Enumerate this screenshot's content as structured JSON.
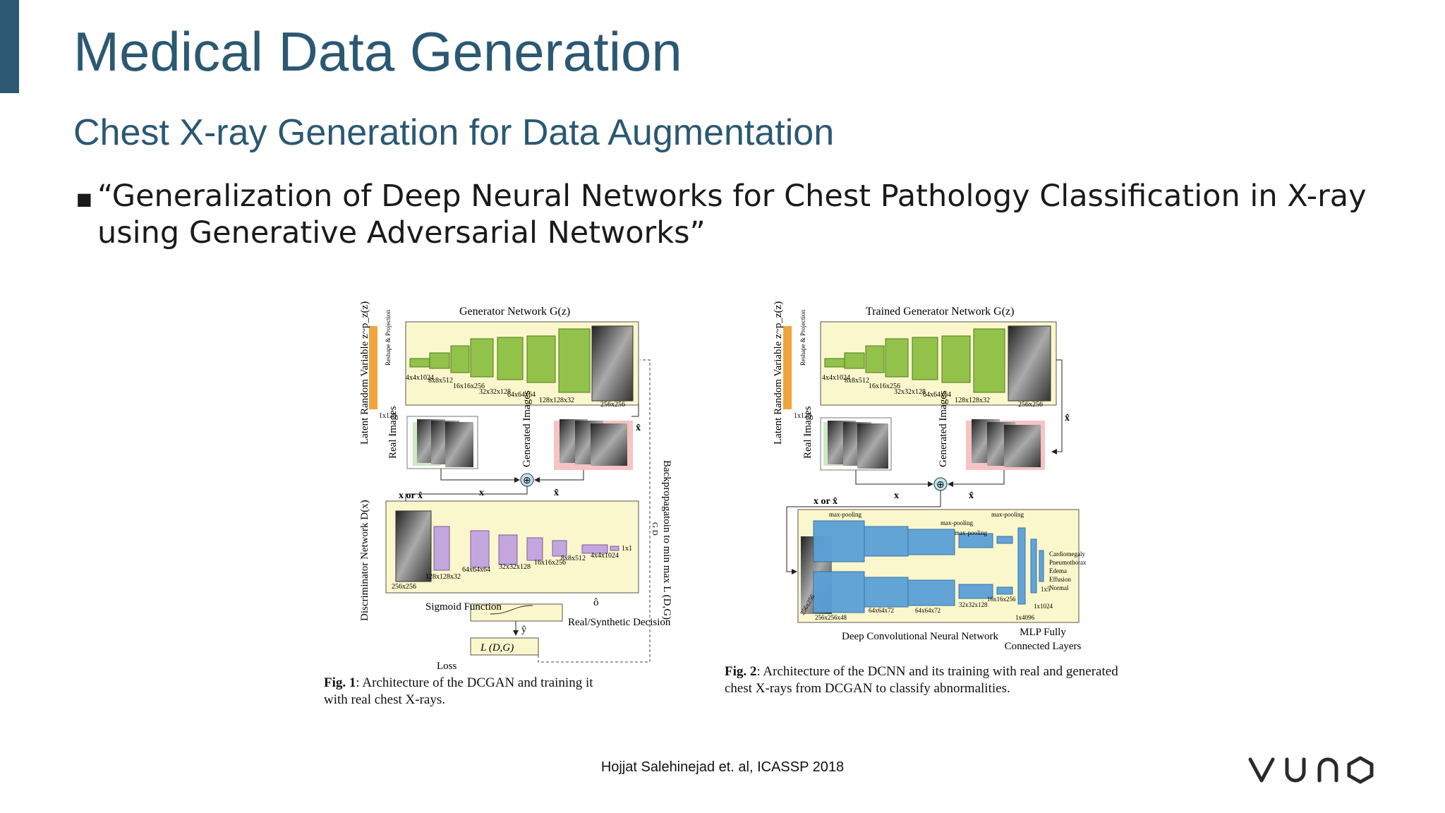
{
  "slide": {
    "title": "Medical Data Generation",
    "subtitle": "Chest X-ray Generation for Data Augmentation",
    "bullet": "“Generalization of Deep Neural Networks for Chest Pathology Classification in X-ray using Generative Adversarial Networks”",
    "citation": "Hojjat Salehinejad et. al, ICASSP 2018",
    "logo_text": "VUNO",
    "accent_color": "#2b5872"
  },
  "fig1": {
    "generator_title": "Generator Network G(z)",
    "latent_label": "Latent Random Variable z~p_z(z)",
    "reshape_label": "Reshape & Projection",
    "latent_dim": "1x128",
    "gen_sizes": [
      "4x4x1024",
      "8x8x512",
      "16x16x256",
      "32x32x128",
      "64x64x64",
      "128x128x32",
      "256x256"
    ],
    "real_images": "Real Images",
    "generated_images": "Generated Images",
    "x_or_xhat": "x or x̂",
    "x": "x",
    "xhat": "x̂",
    "disc_label": "Discriminator Network D(x)",
    "disc_sizes": [
      "256x256",
      "128x128x32",
      "64x64x64",
      "32x32x128",
      "16x16x256",
      "8x8x512",
      "4x4x1024",
      "1x1"
    ],
    "backprop": "Backpropagatoin to min max L (D,G)",
    "backprop_gd": "G  D",
    "sigmoid": "Sigmoid Function",
    "o_hat": "ô",
    "y_hat": "ŷ",
    "real_synth": "Real/Synthetic Decision",
    "loss_box": "L (D,G)",
    "loss": "Loss",
    "caption_bold": "Fig. 1",
    "caption": ": Architecture of the DCGAN and training it with real chest X-rays."
  },
  "fig2": {
    "generator_title": "Trained Generator Network G(z)",
    "latent_label": "Latent Random Variable z~p_z(z)",
    "reshape_label": "Reshape & Projection",
    "latent_dim": "1x128",
    "gen_sizes": [
      "4x4x1024",
      "8x8x512",
      "16x16x256",
      "32x32x128",
      "64x64x64",
      "128x128x32",
      "256x256"
    ],
    "real_images": "Real Images",
    "generated_images": "Generated Images",
    "x_or_xhat": "x or x̂",
    "x": "x",
    "xhat": "x̂",
    "maxpool": "max-pooling",
    "cnn_sizes": [
      "256x256",
      "256x256x48",
      "64x64x72",
      "64x64x72",
      "32x32x128",
      "16x16x256",
      "1x4096",
      "1x1024",
      "1x5"
    ],
    "classes": [
      "Cardiomegaly",
      "Pneumothorax",
      "Edema",
      "Effusion",
      "Normal"
    ],
    "dcnn_label": "Deep Convolutional Neural Network",
    "mlp_label": "MLP Fully Connected Layers",
    "caption_bold": "Fig. 2",
    "caption": ": Architecture of the DCNN and its training with real and generated chest X-rays from DCGAN to classify abnormalities."
  }
}
